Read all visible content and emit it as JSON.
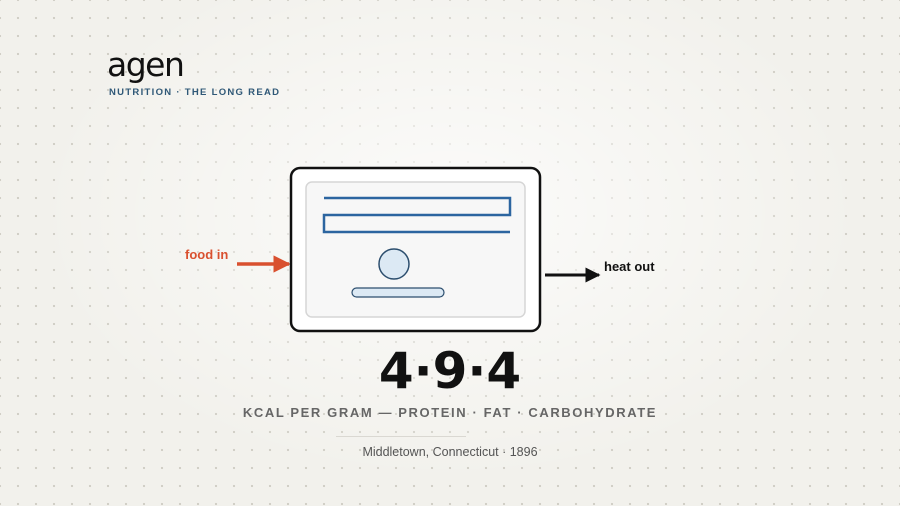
{
  "brand": {
    "logo": "agen",
    "tagline": "NUTRITION · THE LONG READ"
  },
  "diagram": {
    "input_label": "food in",
    "output_label": "heat out",
    "icon_calorimeter": "calorimeter-icon"
  },
  "headline": {
    "ratio": "4·9·4",
    "caption": "KCAL PER GRAM — PROTEIN · FAT · CARBOHYDRATE"
  },
  "footer": {
    "place_date": "Middletown, Connecticut · 1896"
  },
  "colors": {
    "background": "#f2f1ec",
    "accent_blue": "#2c65a0",
    "accent_orange": "#d9502f",
    "tagline_blue": "#2f5877",
    "ink": "#111111"
  }
}
